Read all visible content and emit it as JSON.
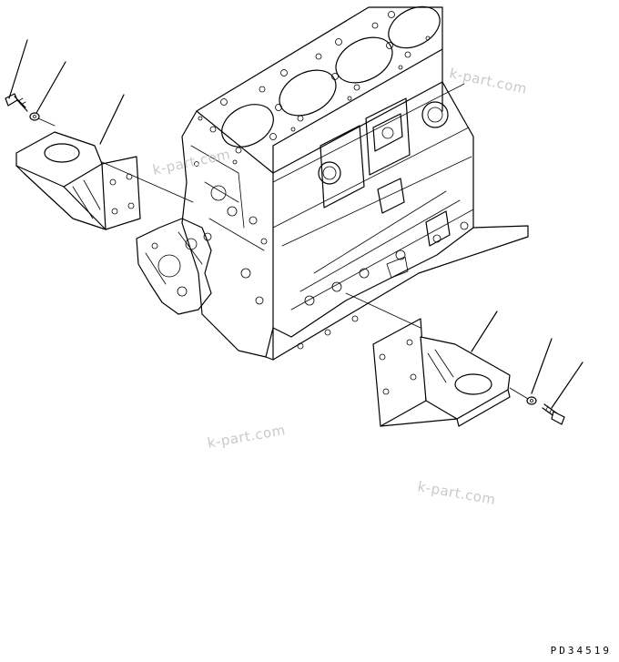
{
  "watermark": {
    "text_1": "k-part.com",
    "text_2": "k-part.com",
    "text_3": "k-part.com",
    "text_4": "k-part.com"
  },
  "drawing_code": "PD34519",
  "callouts": {
    "left_bolt": "bolt",
    "left_washer": "washer",
    "left_bracket": "bracket",
    "right_bracket": "bracket",
    "right_washer": "washer",
    "right_bolt": "bolt"
  },
  "colors": {
    "line": "#000000",
    "watermark": "#c9c9c9",
    "background": "#ffffff"
  }
}
